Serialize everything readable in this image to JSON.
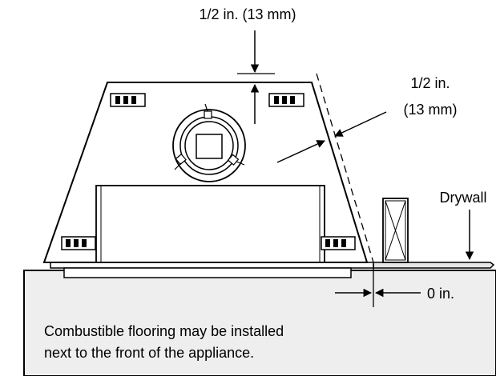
{
  "labels": {
    "top_clearance": "1/2 in. (13 mm)",
    "side_clearance_line1": "1/2 in.",
    "side_clearance_line2": "(13 mm)",
    "drywall": "Drywall",
    "front_clearance": "0 in."
  },
  "note": {
    "line1": "Combustible flooring may be installed",
    "line2": "next to the front of the appliance."
  }
}
